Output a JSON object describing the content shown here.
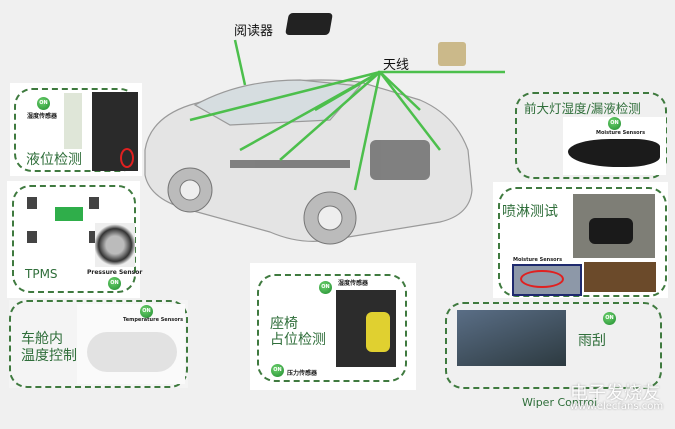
{
  "labels": {
    "reader": "阅读器",
    "antenna": "天线"
  },
  "panels": {
    "liquid_level": {
      "title": "液位检测",
      "sensor": "湿度传感器",
      "badge": "ON"
    },
    "tpms": {
      "title": "TPMS",
      "sensor": "Pressure Sensor",
      "badge": "ON"
    },
    "cabin_temp": {
      "title_line1": "车舱内",
      "title_line2": "温度控制",
      "sensor": "Temperature Sensors",
      "badge": "ON"
    },
    "headlight": {
      "title": "前大灯湿度/漏液检测",
      "sensor": "Moisture Sensors",
      "badge": "ON"
    },
    "spray_test": {
      "title": "喷淋测试",
      "sensor": "Moisture Sensors"
    },
    "seat": {
      "title_line1": "座椅",
      "title_line2": "占位检测",
      "sensor_top": "湿度传感器",
      "sensor_bottom": "压力传感器",
      "badge": "ON"
    },
    "wiper": {
      "title": "雨刮",
      "caption": "Wiper Control",
      "badge": "ON"
    }
  },
  "watermark": {
    "brand": "电子发烧友",
    "url": "www.elecfans.com"
  },
  "colors": {
    "accent_green": "#2f6e3a",
    "arrow_green": "#4cbf4c",
    "arrow_red": "#e02020"
  }
}
